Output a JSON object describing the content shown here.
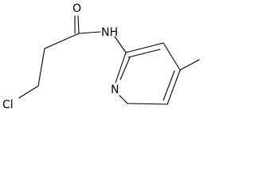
{
  "molecule": {
    "atoms": {
      "oxygen": "O",
      "amide_nh": "NH",
      "ring_nitrogen": "N",
      "chlorine": "Cl"
    }
  }
}
